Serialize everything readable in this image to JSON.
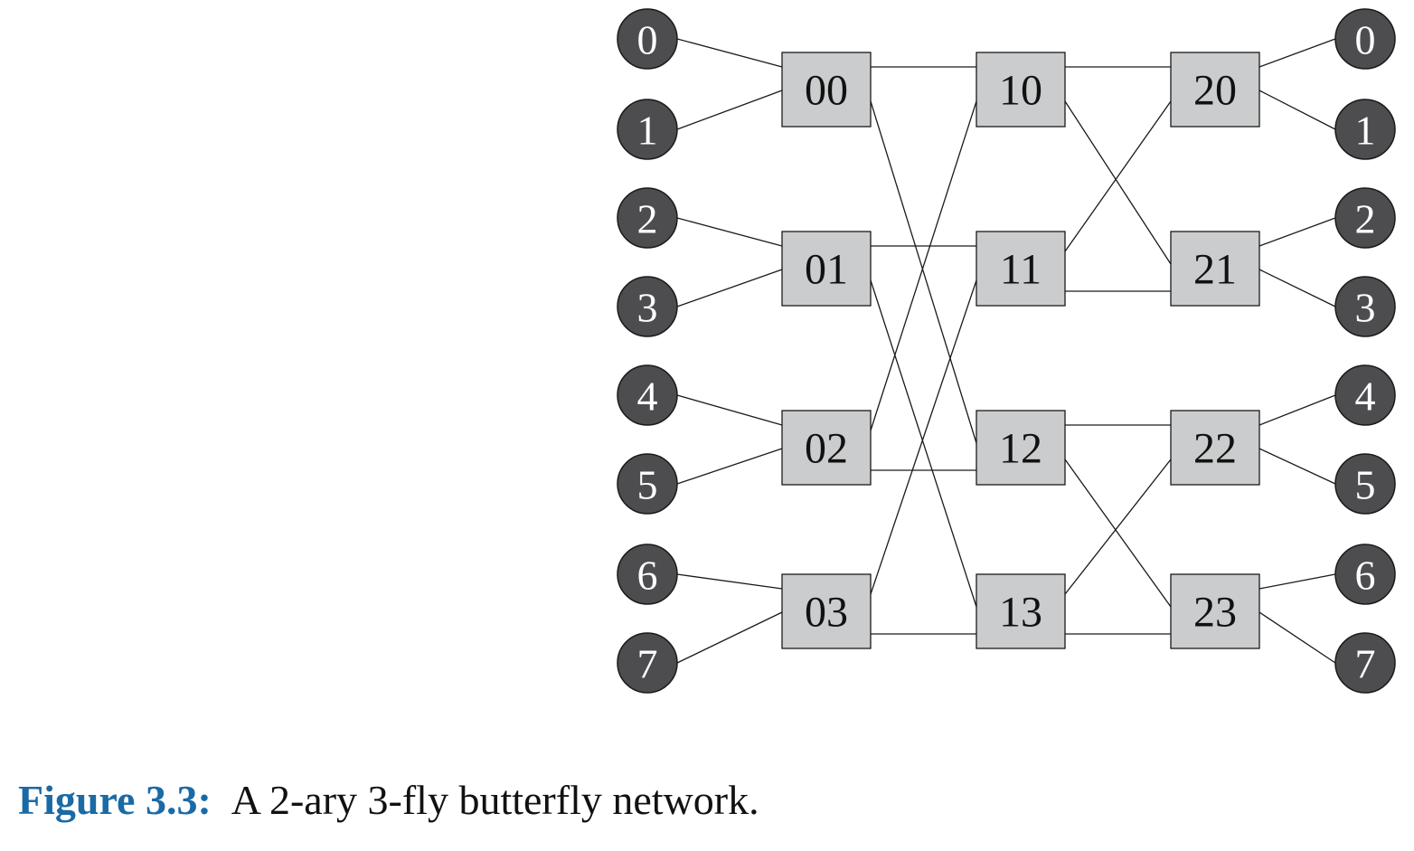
{
  "diagram": {
    "inputs": [
      "0",
      "1",
      "2",
      "3",
      "4",
      "5",
      "6",
      "7"
    ],
    "outputs": [
      "0",
      "1",
      "2",
      "3",
      "4",
      "5",
      "6",
      "7"
    ],
    "stages": [
      [
        "00",
        "01",
        "02",
        "03"
      ],
      [
        "10",
        "11",
        "12",
        "13"
      ],
      [
        "20",
        "21",
        "22",
        "23"
      ]
    ],
    "inter_stage_links": [
      {
        "from": "00",
        "to": "10"
      },
      {
        "from": "00",
        "to": "12"
      },
      {
        "from": "01",
        "to": "11"
      },
      {
        "from": "01",
        "to": "13"
      },
      {
        "from": "02",
        "to": "10"
      },
      {
        "from": "02",
        "to": "12"
      },
      {
        "from": "03",
        "to": "11"
      },
      {
        "from": "03",
        "to": "13"
      },
      {
        "from": "10",
        "to": "20"
      },
      {
        "from": "10",
        "to": "21"
      },
      {
        "from": "11",
        "to": "20"
      },
      {
        "from": "11",
        "to": "21"
      },
      {
        "from": "12",
        "to": "22"
      },
      {
        "from": "12",
        "to": "23"
      },
      {
        "from": "13",
        "to": "22"
      },
      {
        "from": "13",
        "to": "23"
      }
    ],
    "colors": {
      "terminal_fill": "#4d4d4f",
      "switch_fill": "#cbcccd",
      "caption_label": "#1b6aa5"
    }
  },
  "caption": {
    "label": "Figure 3.3:",
    "text": "A 2-ary 3-fly butterfly network."
  }
}
